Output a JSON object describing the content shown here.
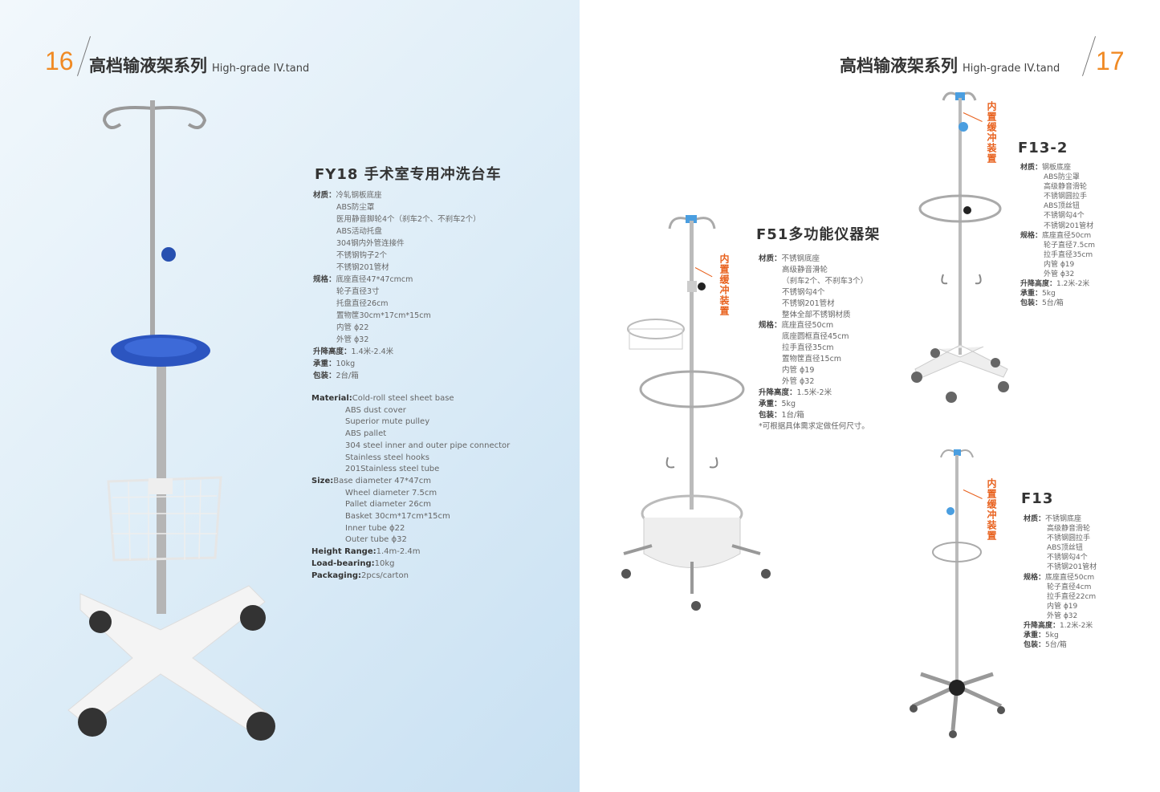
{
  "left_page": {
    "page_number": "16",
    "title_cn": "高档输液架系列",
    "title_en": "High-grade IV.tand"
  },
  "right_page": {
    "page_number": "17",
    "title_cn": "高档输液架系列",
    "title_en": "High-grade IV.tand"
  },
  "buffer_label": "内置缓冲装置",
  "products": {
    "fy18": {
      "name": "FY18 手术室专用冲洗台车",
      "specs_cn": [
        {
          "label": "材质：",
          "values": [
            "冷轧钢板底座",
            "ABS防尘罩",
            "医用静音脚轮4个（刹车2个、不刹车2个）",
            "ABS活动托盘",
            "304钢内外管连接件",
            "不锈钢钩子2个",
            "不锈钢201管材"
          ]
        },
        {
          "label": "规格：",
          "values": [
            "底座直径47*47cmcm",
            "轮子直径3寸",
            "托盘直径26cm",
            "置物筐30cm*17cm*15cm",
            "内管 ɸ22",
            "外管 ɸ32"
          ]
        },
        {
          "label": "升降高度：",
          "values": [
            "1.4米-2.4米"
          ]
        },
        {
          "label": "承重：",
          "values": [
            "10kg"
          ]
        },
        {
          "label": "包装：",
          "values": [
            "2台/箱"
          ]
        }
      ],
      "specs_en": [
        {
          "label": "Material:",
          "values": [
            "Cold-roll steel sheet base",
            "ABS dust cover",
            "Superior mute pulley",
            "ABS pallet",
            "304 steel inner and outer pipe connector",
            "Stainless steel hooks",
            "201Stainless steel tube"
          ]
        },
        {
          "label": "Size:",
          "values": [
            "Base diameter 47*47cm",
            "Wheel diameter 7.5cm",
            "Pallet diameter  26cm",
            "Basket 30cm*17cm*15cm",
            "Inner tube ɸ22",
            "Outer tube ɸ32"
          ]
        },
        {
          "label": "Height Range:",
          "values": [
            "1.4m-2.4m"
          ]
        },
        {
          "label": "Load-bearing:",
          "values": [
            "10kg"
          ]
        },
        {
          "label": "Packaging:",
          "values": [
            "2pcs/carton"
          ]
        }
      ]
    },
    "f51": {
      "name": "F51多功能仪器架",
      "specs_cn": [
        {
          "label": "材质：",
          "values": [
            "不锈钢底座",
            "高级静音滑轮",
            "（刹车2个、不刹车3个）",
            "不锈钢勾4个",
            "不锈钢201管材",
            "整体全部不锈钢材质"
          ]
        },
        {
          "label": "规格：",
          "values": [
            "底座直径50cm",
            "底座圆框直径45cm",
            "拉手直径35cm",
            "置物筐直径15cm",
            "内管 ɸ19",
            "外管 ɸ32"
          ]
        },
        {
          "label": "升降高度：",
          "values": [
            "1.5米-2米"
          ]
        },
        {
          "label": "承重：",
          "values": [
            "5kg"
          ]
        },
        {
          "label": "包装：",
          "values": [
            "1台/箱"
          ]
        },
        {
          "label": "",
          "values": [
            "*可根据具体需求定做任何尺寸。"
          ]
        }
      ]
    },
    "f13_2": {
      "name": "F13-2",
      "specs_cn": [
        {
          "label": "材质：",
          "values": [
            "钢板底座",
            "ABS防尘罩",
            "高级静音滑轮",
            "不锈钢圆拉手",
            "ABS顶丝钮",
            "不锈钢勾4个",
            "不锈钢201管材"
          ]
        },
        {
          "label": "规格：",
          "values": [
            "底座直径50cm",
            "轮子直径7.5cm",
            "拉手直径35cm",
            "内管 ɸ19",
            "外管 ɸ32"
          ]
        },
        {
          "label": "升降高度：",
          "values": [
            "1.2米-2米"
          ]
        },
        {
          "label": "承重：",
          "values": [
            "5kg"
          ]
        },
        {
          "label": "包装：",
          "values": [
            "5台/箱"
          ]
        }
      ]
    },
    "f13": {
      "name": "F13",
      "specs_cn": [
        {
          "label": "材质：",
          "values": [
            "不锈钢底座",
            "高级静音滑轮",
            "不锈钢圆拉手",
            "ABS顶丝钮",
            "不锈钢勾4个",
            "不锈钢201管材"
          ]
        },
        {
          "label": "规格：",
          "values": [
            "底座直径50cm",
            "轮子直径4cm",
            "拉手直径22cm",
            "内管 ɸ19",
            "外管 ɸ32"
          ]
        },
        {
          "label": "升降高度：",
          "values": [
            "1.2米-2米"
          ]
        },
        {
          "label": "承重：",
          "values": [
            "5kg"
          ]
        },
        {
          "label": "包装：",
          "values": [
            "5台/箱"
          ]
        }
      ]
    }
  }
}
